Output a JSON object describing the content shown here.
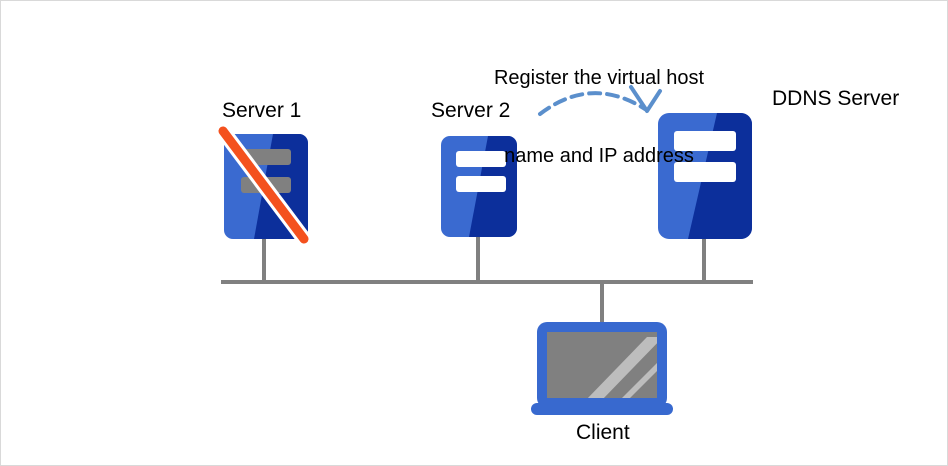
{
  "diagram": {
    "title": "DDNS virtual host registration",
    "type": "network-topology",
    "caption": {
      "line1": "Register the virtual host",
      "line2": "name and IP address",
      "text": "Register the virtual host name and IP address"
    },
    "nodes": [
      {
        "id": "server-1",
        "label": "Server 1",
        "kind": "server",
        "state": "disabled",
        "marker": "orange-slash",
        "bars": 2,
        "bar_color": "#808080"
      },
      {
        "id": "server-2",
        "label": "Server 2",
        "kind": "server",
        "state": "active",
        "bars": 2,
        "bar_color": "#ffffff"
      },
      {
        "id": "ddns-server",
        "label": "DDNS Server",
        "kind": "server",
        "state": "active",
        "bars": 2,
        "bar_color": "#ffffff"
      },
      {
        "id": "client",
        "label": "Client",
        "kind": "laptop",
        "state": "active"
      }
    ],
    "connections": [
      {
        "from": "server-1",
        "to": "network-bus"
      },
      {
        "from": "server-2",
        "to": "network-bus"
      },
      {
        "from": "ddns-server",
        "to": "network-bus"
      },
      {
        "from": "client",
        "to": "network-bus"
      }
    ],
    "arrow": {
      "id": "register-arrow",
      "style": "dashed-curved",
      "direction": "right",
      "target": "ddns-server",
      "color": "#5b8fcc"
    },
    "colors": {
      "server_light_blue": "#3a6ad0",
      "server_dark_blue": "#0c2f9b",
      "laptop_blue": "#3869cf",
      "screen_gray": "#808080",
      "screen_highlight": "#bdbdbd",
      "bar_gray": "#808080",
      "slash_orange": "#f4511e",
      "slash_outline": "#ffffff",
      "line_gray": "#808080",
      "arrow_blue": "#5b8fcc",
      "text_black": "#000000",
      "canvas_white": "#ffffff",
      "canvas_border": "#d9d9d9"
    }
  }
}
